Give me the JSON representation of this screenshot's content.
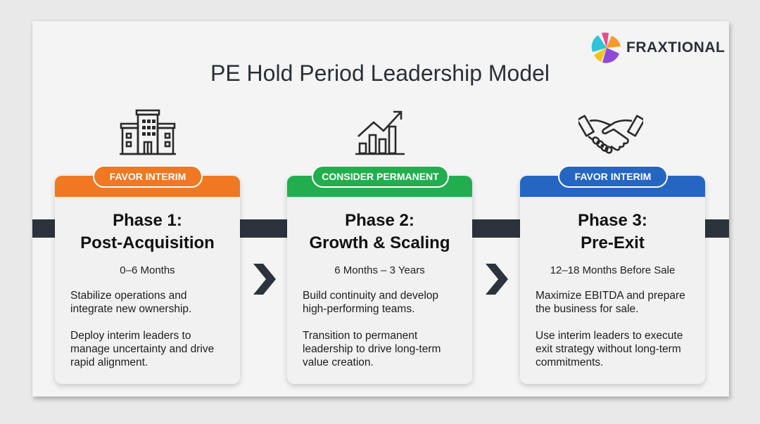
{
  "brand": {
    "name": "FRAXTIONAL",
    "logo_icon": "pinwheel-logo-icon",
    "colors": [
      "#2fc4d6",
      "#e94b8a",
      "#f79a2a",
      "#8e4ad6"
    ]
  },
  "title": "PE Hold Period Leadership Model",
  "colors": {
    "orange": "#f07822",
    "green": "#22ae4f",
    "blue": "#2466c2",
    "connector": "#2d333c",
    "text_dark": "#111111"
  },
  "phases": [
    {
      "icon": "office-building-icon",
      "badge": "FAVOR INTERIM",
      "color": "#f07822",
      "title_line1": "Phase 1:",
      "title_line2": "Post-Acquisition",
      "timeframe": "0–6 Months",
      "para1": "Stabilize operations and integrate new ownership.",
      "para2": "Deploy interim leaders to manage uncertainty and drive rapid alignment."
    },
    {
      "icon": "growth-chart-icon",
      "badge": "CONSIDER PERMANENT",
      "color": "#22ae4f",
      "title_line1": "Phase 2:",
      "title_line2": "Growth & Scaling",
      "timeframe": "6 Months – 3 Years",
      "para1": "Build continuity and develop high-performing teams.",
      "para2": "Transition to permanent leadership to drive long-term value creation."
    },
    {
      "icon": "handshake-icon",
      "badge": "FAVOR INTERIM",
      "color": "#2466c2",
      "title_line1": "Phase 3:",
      "title_line2": "Pre-Exit",
      "timeframe": "12–18 Months Before Sale",
      "para1": "Maximize EBITDA and prepare the business for sale.",
      "para2": "Use interim leaders to execute exit strategy without long-term commitments."
    }
  ],
  "arrows": [
    "chevron-right-icon",
    "chevron-right-icon"
  ]
}
